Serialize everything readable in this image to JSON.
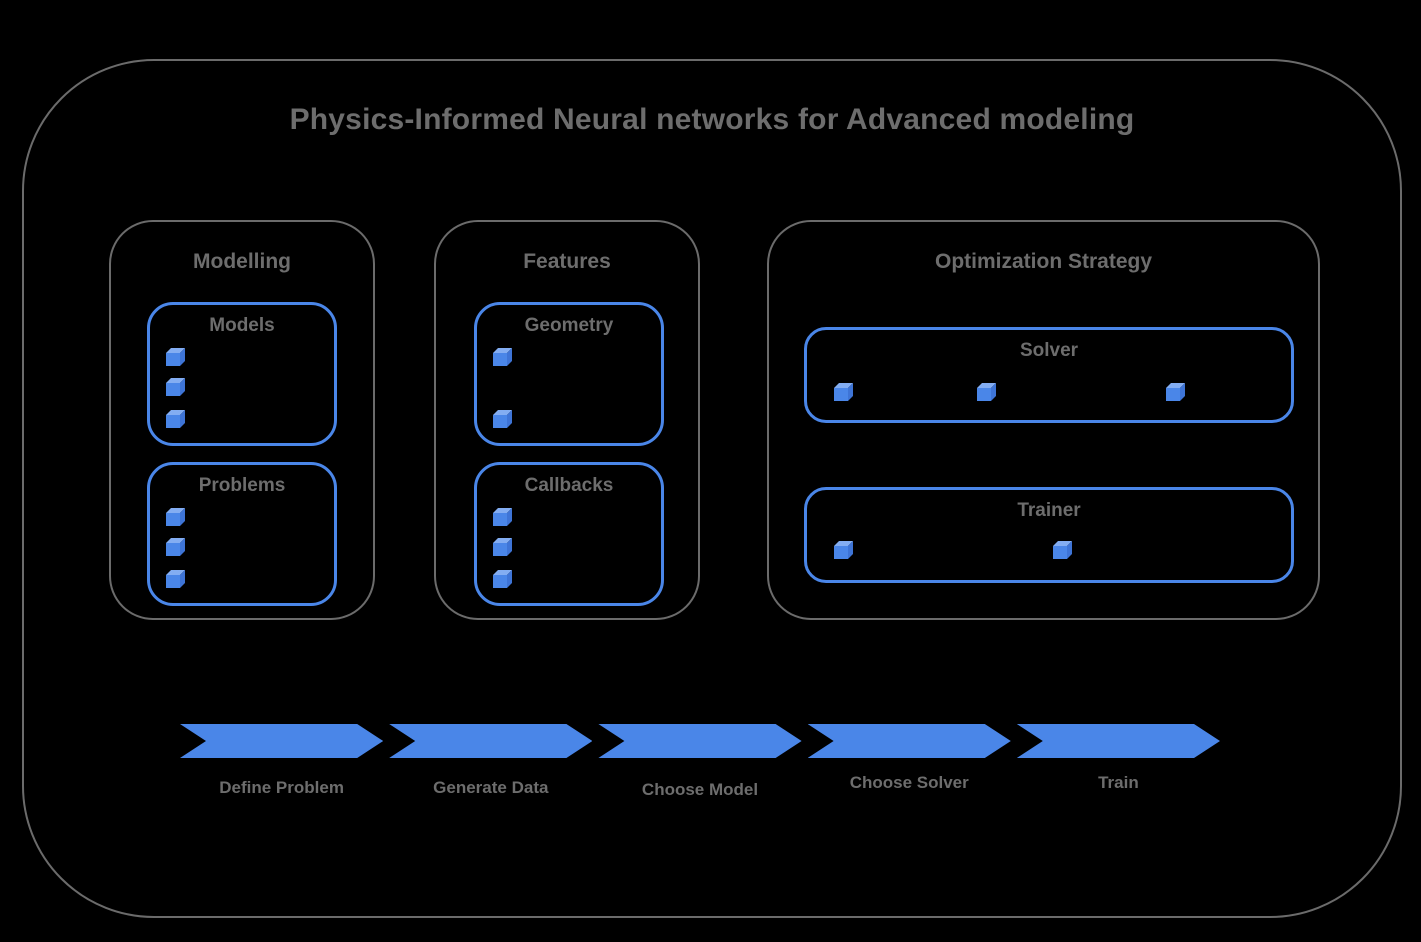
{
  "title": "Physics-Informed Neural networks for Advanced modeling",
  "groups": [
    {
      "label": "Modelling",
      "boxes": [
        {
          "label": "Models",
          "bullet_count": 3,
          "bullet_layout": "column"
        },
        {
          "label": "Problems",
          "bullet_count": 3,
          "bullet_layout": "column"
        }
      ]
    },
    {
      "label": "Features",
      "boxes": [
        {
          "label": "Geometry",
          "bullet_count": 2,
          "bullet_layout": "column"
        },
        {
          "label": "Callbacks",
          "bullet_count": 3,
          "bullet_layout": "column"
        }
      ]
    },
    {
      "label": "Optimization Strategy",
      "boxes": [
        {
          "label": "Solver",
          "bullet_count": 3,
          "bullet_layout": "row"
        },
        {
          "label": "Trainer",
          "bullet_count": 2,
          "bullet_layout": "row"
        }
      ]
    }
  ],
  "pipeline": {
    "steps": [
      {
        "label": "Define Problem"
      },
      {
        "label": "Generate Data"
      },
      {
        "label": "Choose Model"
      },
      {
        "label": "Choose Solver"
      },
      {
        "label": "Train"
      }
    ]
  },
  "colors": {
    "background": "#000000",
    "accent_blue": "#4a86e8",
    "cube_top_blue": "#83adf2",
    "cube_side_blue": "#3e74d6",
    "border_gray": "#6b6b6b",
    "text_gray": "#6d6d6d"
  }
}
